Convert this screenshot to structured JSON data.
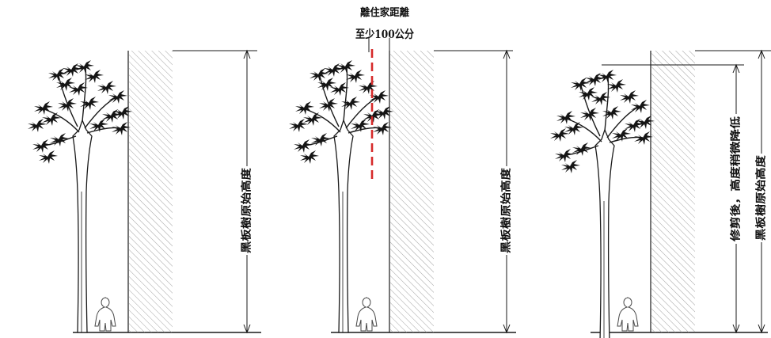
{
  "top_label": {
    "line1": "離住家距離",
    "line2": "至少100公分"
  },
  "panels": [
    {
      "height_label": "黑板樹原始高度"
    },
    {
      "height_label": "黑板樹原始高度"
    },
    {
      "height_label": "黑板樹原始高度",
      "pruned_label": "修剪後，高度稍微降低"
    }
  ],
  "colors": {
    "line": "#1a1a1a",
    "hatch": "#9a9a9a",
    "foliage": "#151515",
    "distance_marker": "#d62a2a"
  }
}
